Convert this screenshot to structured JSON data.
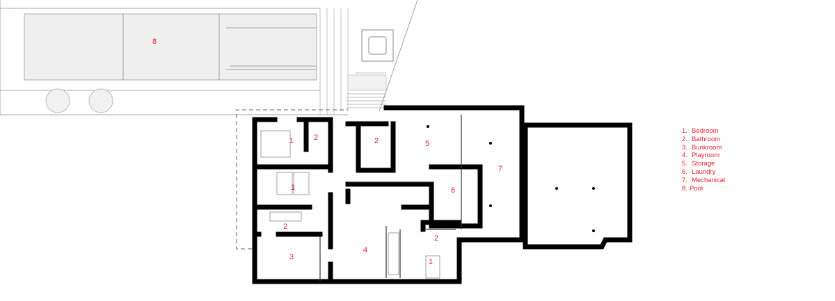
{
  "rooms": [
    {
      "id": "bedroom-a",
      "number": "1"
    },
    {
      "id": "bath-a",
      "number": "2"
    },
    {
      "id": "bath-b",
      "number": "2"
    },
    {
      "id": "storage",
      "number": "5"
    },
    {
      "id": "mechanical",
      "number": "7"
    },
    {
      "id": "bedroom-b",
      "number": "1"
    },
    {
      "id": "laundry",
      "number": "6"
    },
    {
      "id": "bath-c",
      "number": "2"
    },
    {
      "id": "playroom",
      "number": "4"
    },
    {
      "id": "bath-d",
      "number": "2"
    },
    {
      "id": "bunkroom",
      "number": "3"
    },
    {
      "id": "bedroom-c",
      "number": "1"
    },
    {
      "id": "pool",
      "number": "8"
    }
  ],
  "legend": [
    {
      "num": "1.",
      "label": "Bedroom"
    },
    {
      "num": "2.",
      "label": "Bathroom"
    },
    {
      "num": "3.",
      "label": "Bunkroom"
    },
    {
      "num": "4.",
      "label": "Playroom"
    },
    {
      "num": "5.",
      "label": "Storage"
    },
    {
      "num": "6.",
      "label": "Laundry"
    },
    {
      "num": "7.",
      "label": "Mechanical"
    },
    {
      "num": "8.",
      "label": "Pool"
    }
  ],
  "colors": {
    "label": "#e8202a",
    "wall": "#000000"
  }
}
